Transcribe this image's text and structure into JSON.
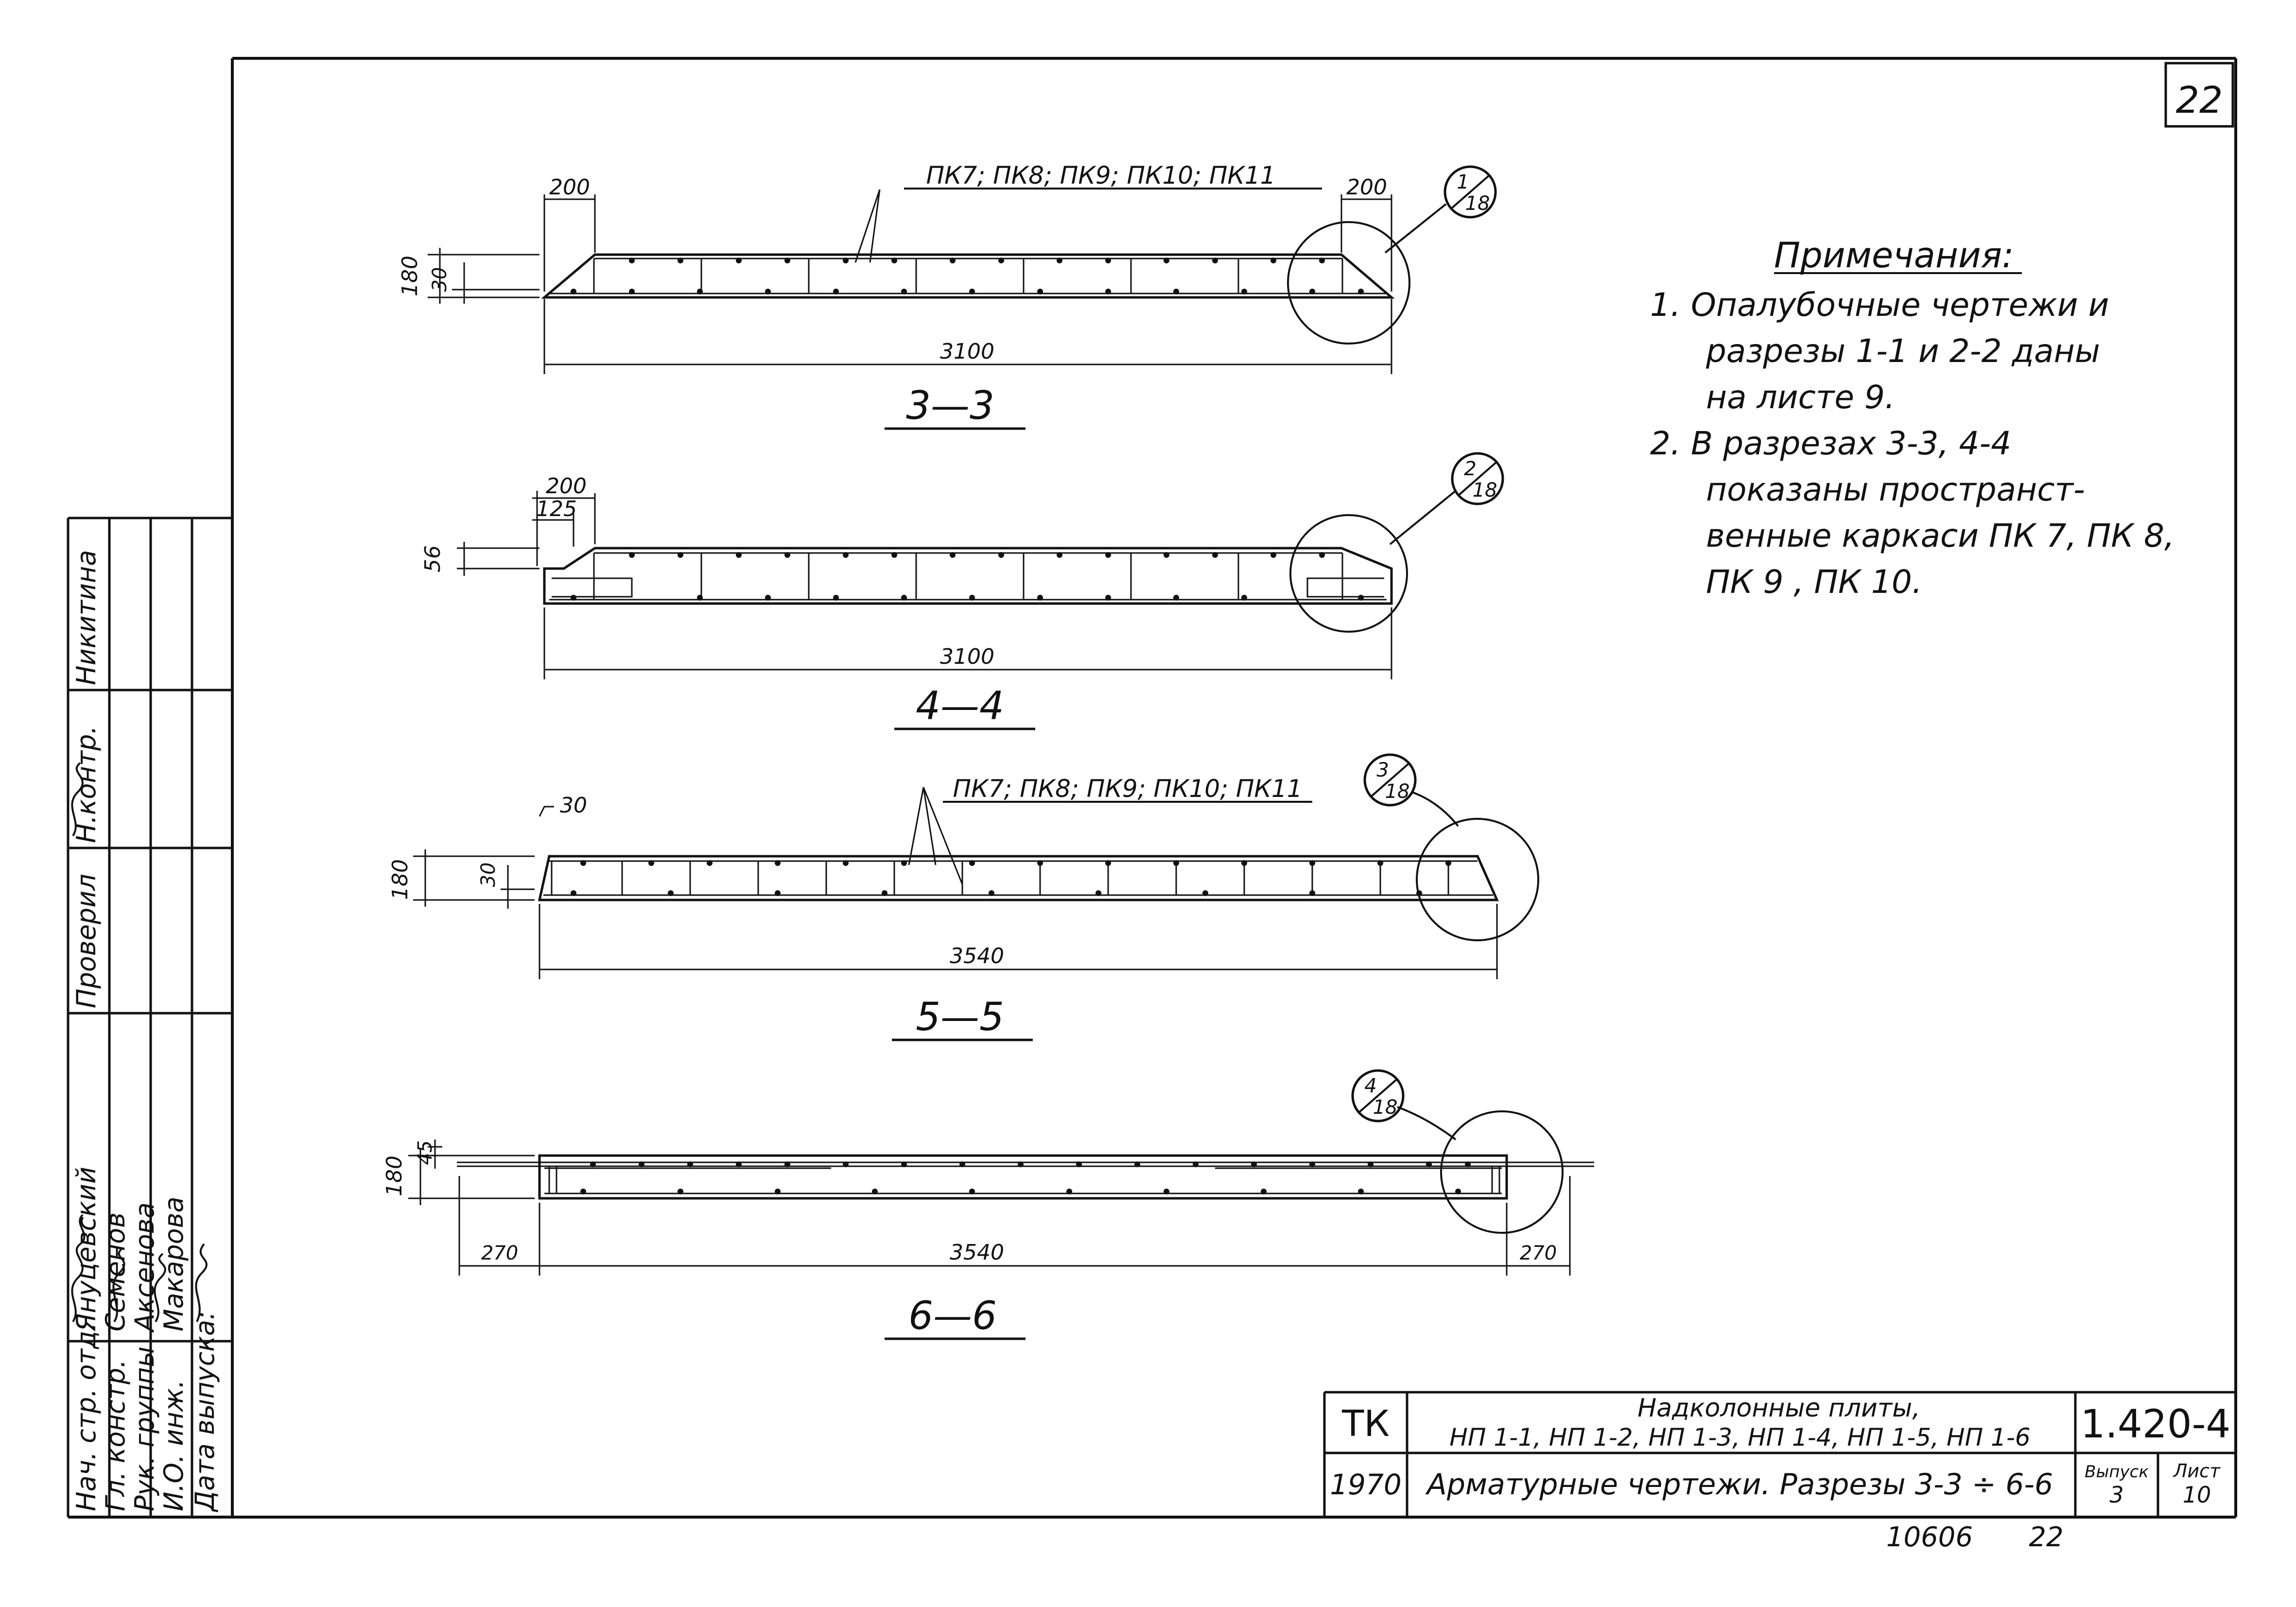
{
  "sheet_no": "22",
  "sections": [
    {
      "title": "3—3",
      "frame_label": "ПК7; ПК8; ПК9; ПК10; ПК11",
      "dims": {
        "total": "3100",
        "left_top": "200",
        "right_top": "200",
        "height": "180",
        "depth": "30"
      },
      "callout": {
        "num": "1",
        "sheet": "18"
      }
    },
    {
      "title": "4—4",
      "dims": {
        "total": "3100",
        "top1": "200",
        "top2": "125",
        "height": "56"
      },
      "callout": {
        "num": "2",
        "sheet": "18"
      }
    },
    {
      "title": "5—5",
      "frame_label": "ПК7; ПК8; ПК9; ПК10; ПК11",
      "dims": {
        "total": "3540",
        "height": "180",
        "depth": "30",
        "top": "30"
      },
      "callout": {
        "num": "3",
        "sheet": "18"
      }
    },
    {
      "title": "6—6",
      "dims": {
        "total": "3540",
        "height": "180",
        "depth": "45",
        "left": "270",
        "right": "270"
      },
      "callout": {
        "num": "4",
        "sheet": "18"
      }
    }
  ],
  "notes": {
    "heading": "Примечания:",
    "lines": [
      "1.  Опалубочные чертежи и",
      "разрезы 1-1 и 2-2 даны",
      "на   листе 9.",
      "2.  В разрезах 3-3, 4-4",
      "показаны пространст-",
      "венные каркаси ПК 7, ПК 8,",
      "ПК 9 , ПК 10."
    ]
  },
  "stamp": {
    "org": "ТК",
    "year": "1970",
    "title_line1": "Надколонные плиты,",
    "title_line2": "НП 1-1, НП 1-2, НП 1-3, НП 1-4, НП 1-5, НП 1-6",
    "sheet_title": "Арматурные чертежи. Разрезы 3-3 ÷ 6-6",
    "series": "1.420-4",
    "issue_label": "Выпуск",
    "issue": "3",
    "list_label": "Лист",
    "list": "10",
    "archive_no": "10606",
    "archive_page": "22"
  },
  "side_stamp": {
    "roles": [
      "Нач. стр. отд.",
      "Гл. констр.",
      "Рук. группы",
      "И.О. инж.",
      "Дата выпуска:"
    ],
    "names": [
      "Януцевский",
      "Семенов",
      "Аксенова",
      "Макарова"
    ],
    "checked_label": "Проверил",
    "normcontrol_label": "Н.контр.",
    "checker": "Никитина"
  }
}
